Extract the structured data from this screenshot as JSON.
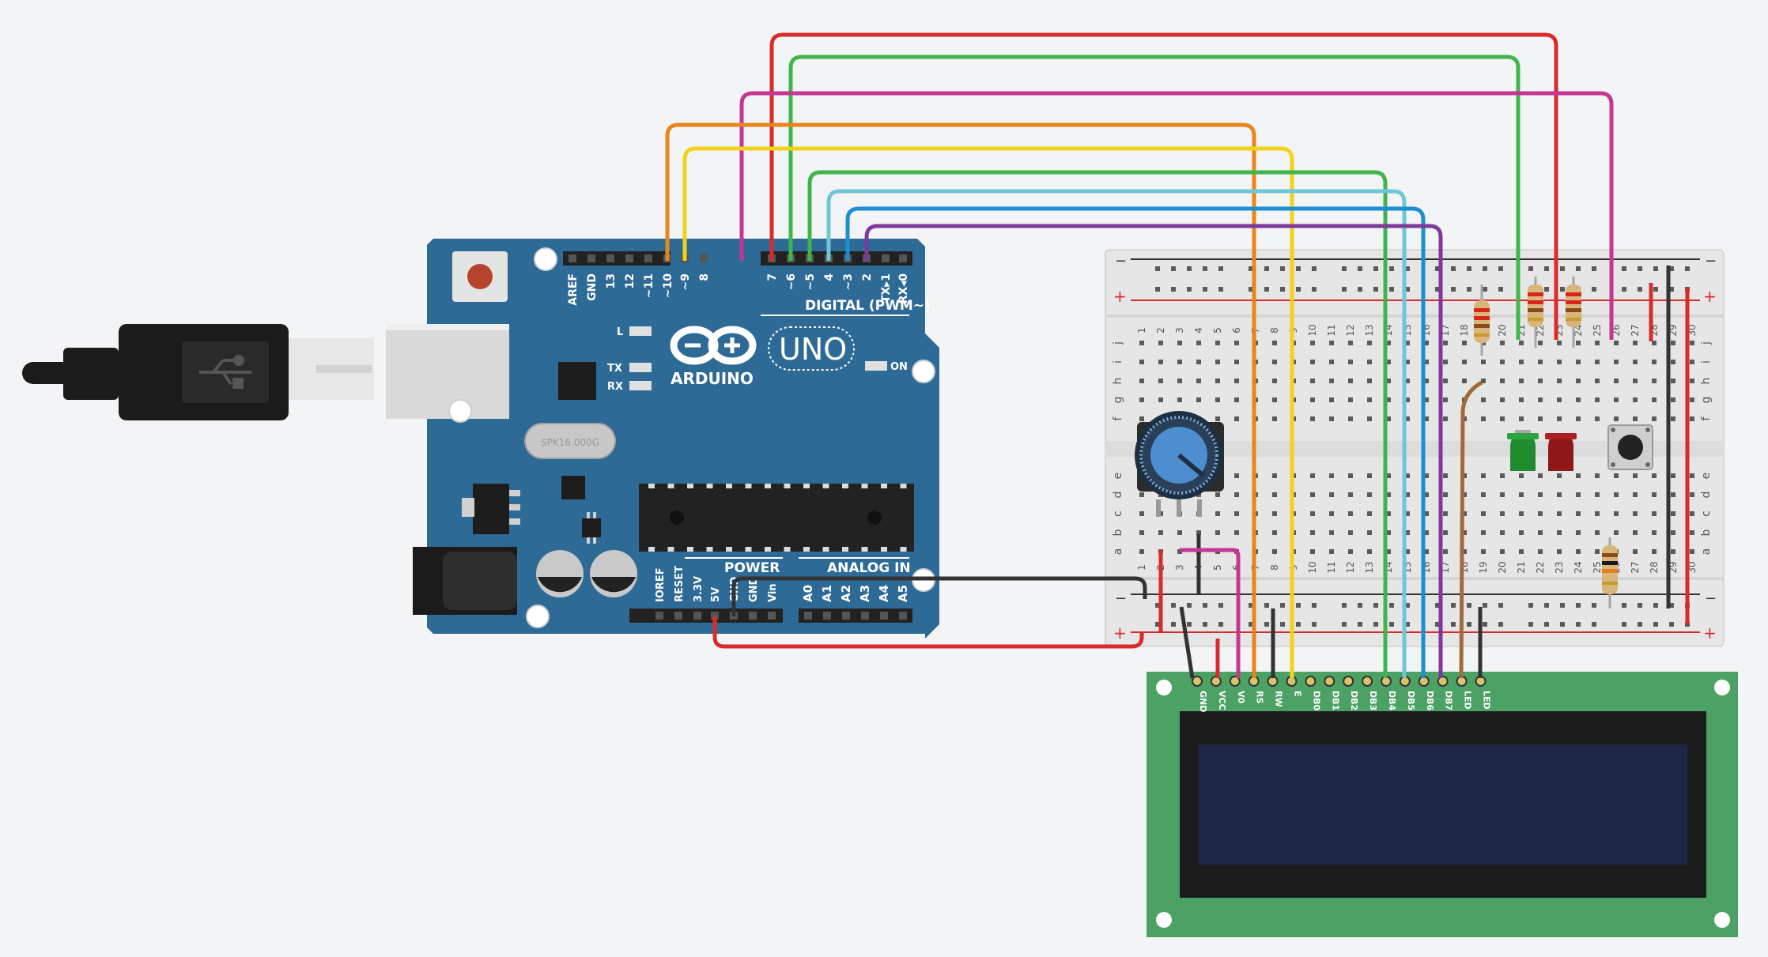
{
  "arduino": {
    "brand": "ARDUINO",
    "model": "UNO",
    "digital_header_label": "DIGITAL (PWM~)",
    "power_header_label": "POWER",
    "analog_header_label": "ANALOG IN",
    "led_labels": {
      "l": "L",
      "tx": "TX",
      "rx": "RX",
      "on": "ON"
    },
    "crystal_text": "SPK16.000G",
    "digital_pins": [
      "AREF",
      "GND",
      "13",
      "12",
      "~11",
      "~10",
      "~9",
      "8",
      "7",
      "~6",
      "~5",
      "4",
      "~3",
      "2",
      "TX▸1",
      "RX◂0"
    ],
    "power_pins": [
      "IOREF",
      "RESET",
      "3.3V",
      "5V",
      "GND",
      "GND",
      "Vin"
    ],
    "analog_pins": [
      "A0",
      "A1",
      "A2",
      "A3",
      "A4",
      "A5"
    ]
  },
  "breadboard": {
    "row_letters_top": [
      "j",
      "i",
      "h",
      "g",
      "f"
    ],
    "row_letters_bottom": [
      "e",
      "d",
      "c",
      "b",
      "a"
    ],
    "column_numbers": [
      "1",
      "2",
      "3",
      "4",
      "5",
      "6",
      "7",
      "8",
      "9",
      "10",
      "11",
      "12",
      "13",
      "14",
      "15",
      "16",
      "17",
      "18",
      "19",
      "20",
      "21",
      "22",
      "23",
      "24",
      "25",
      "26",
      "27",
      "28",
      "29",
      "30"
    ],
    "rail_plus": "+",
    "rail_minus": "−"
  },
  "lcd": {
    "pins": [
      "GND",
      "VCC",
      "V0",
      "RS",
      "RW",
      "E",
      "DB0",
      "DB1",
      "DB2",
      "DB3",
      "DB4",
      "DB5",
      "DB6",
      "DB7",
      "LED",
      "LED"
    ]
  },
  "colors": {
    "background": "#f3f4f6",
    "arduino_board": "#2e6a96",
    "breadboard": "#e6e6e6",
    "lcd_pcb": "#4ca264",
    "lcd_screen": "#1e2846",
    "wire_red": "#d92b2b",
    "wire_black": "#333333",
    "wire_orange": "#e8851c",
    "wire_yellow": "#f2d21b",
    "wire_green": "#3fb54a",
    "wire_cyan": "#6ec7d7",
    "wire_blue": "#1c8ed2",
    "wire_purple": "#7e3a9b",
    "wire_magenta": "#c53592",
    "wire_brown": "#a06a3c",
    "led_green": "#1f8a2e",
    "led_red": "#8e1717"
  },
  "components": {
    "usb_cable": "usb-b-cable",
    "potentiometer": "potentiometer",
    "push_button": "push-button",
    "resistor_icon": "resistor",
    "led_icon": "led"
  }
}
